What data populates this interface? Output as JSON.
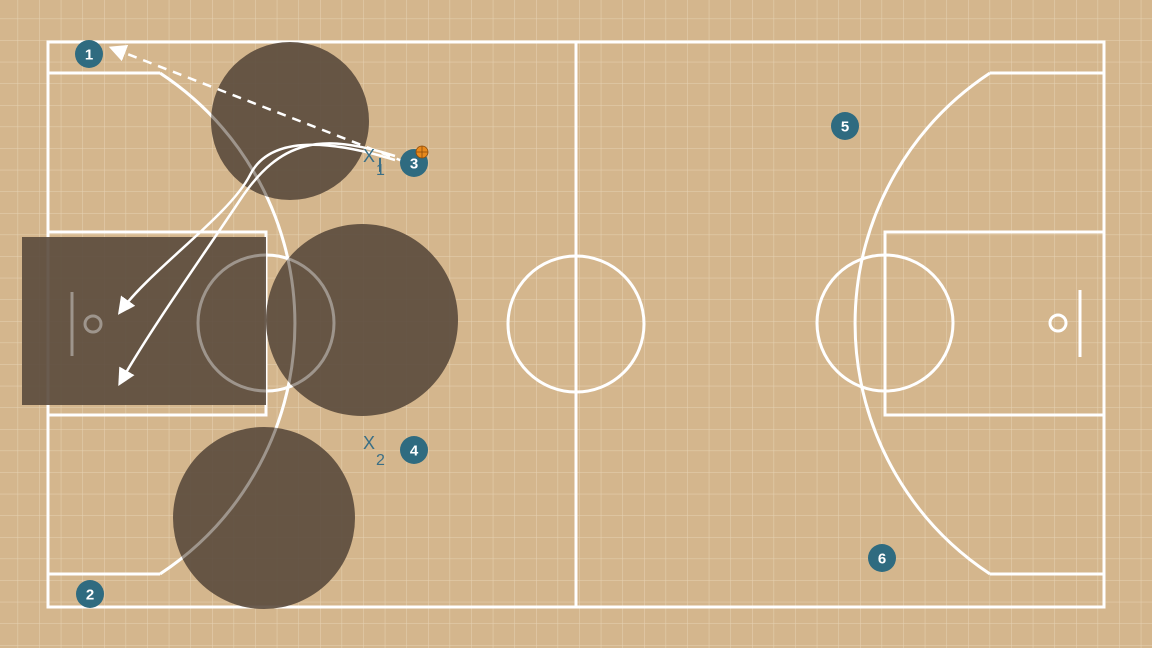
{
  "diagram": {
    "court_color": "#d4b68d",
    "line_color": "#ffffff",
    "grid_color": "#e6d2b4",
    "shade_color": "#5a4a3c",
    "player_color": "#2f6b80",
    "defender_color": "#3a6f86",
    "ball_color": "#e8891c",
    "offense": [
      {
        "id": "1",
        "label": "1"
      },
      {
        "id": "2",
        "label": "2"
      },
      {
        "id": "3",
        "label": "3",
        "has_ball": true
      },
      {
        "id": "4",
        "label": "4"
      },
      {
        "id": "5",
        "label": "5"
      },
      {
        "id": "6",
        "label": "6"
      }
    ],
    "defense": [
      {
        "id": "x1",
        "letter": "X",
        "sub": "1"
      },
      {
        "id": "x2",
        "letter": "X",
        "sub": "2"
      }
    ],
    "actions": [
      {
        "type": "pass",
        "from": "3",
        "to": "1",
        "style": "dashed"
      },
      {
        "type": "cut",
        "from": "3",
        "to": "low-post-upper",
        "style": "solid"
      },
      {
        "type": "cut",
        "from": "3",
        "to": "low-post-lower",
        "style": "solid"
      }
    ],
    "icons": {
      "ball": "basketball-icon"
    }
  }
}
